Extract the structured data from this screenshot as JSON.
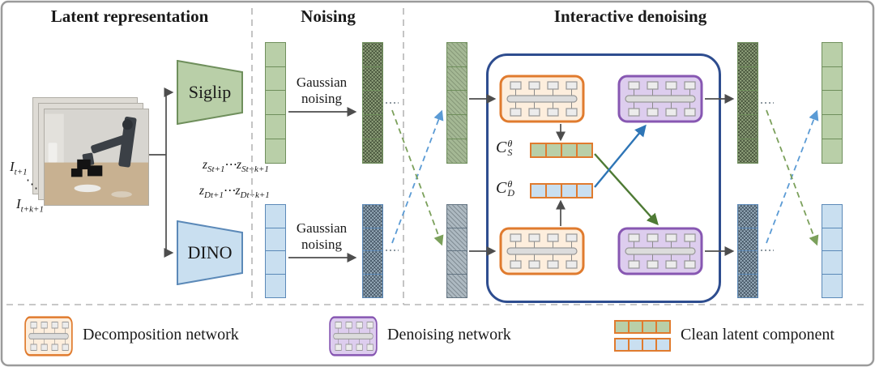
{
  "colors": {
    "text": "#1a1a1a",
    "green_fill": "#b9cfa8",
    "green_border": "#6f8f5c",
    "blue_fill": "#c9dff0",
    "blue_border": "#5b89b8",
    "orange_border": "#e07b2e",
    "orange_fill": "#fdeedd",
    "purple_border": "#8757b2",
    "purple_fill": "#ddcdee",
    "box_border": "#2e4d8f",
    "arrow_dark": "#4d4d4d",
    "arrow_green": "#4e7a34",
    "arrow_blue": "#2e75b6",
    "dash_green": "#7ba05b",
    "dash_blue": "#5b9bd5"
  },
  "sections": {
    "latent": "Latent representation",
    "noising": "Noising",
    "denoising": "Interactive denoising"
  },
  "encoders": {
    "siglip": "Siglip",
    "dino": "DINO"
  },
  "noising": {
    "gaussian": "Gaussian noising"
  },
  "math": {
    "frame_first": {
      "base": "I",
      "sub": "t+1"
    },
    "frame_dots": "⋱",
    "frame_last": {
      "base": "I",
      "sub": "t+k+1"
    },
    "z_s": {
      "b1": "z",
      "s1": "St+1",
      "dots": "⋯",
      "b2": "z",
      "s2": "St+k+1"
    },
    "z_d": {
      "b1": "z",
      "s1": "Dt+1",
      "dots": "⋯",
      "b2": "z",
      "s2": "Dt+k+1"
    },
    "c_s": {
      "base": "C",
      "sup": "θ",
      "sub": "S"
    },
    "c_d": {
      "base": "C",
      "sup": "θ",
      "sub": "D"
    }
  },
  "legend": {
    "decomposition": "Decomposition network",
    "denoising": "Denoising network",
    "clean": "Clean latent component"
  },
  "stacks": {
    "semantic_clean": {
      "cells": 5,
      "variant": "green"
    },
    "semantic_noised": {
      "cells": 5,
      "variant": "green-noisy"
    },
    "semantic_step": {
      "cells": 5,
      "variant": "green-muted"
    },
    "semantic_denoised": {
      "cells": 5,
      "variant": "green-noisy"
    },
    "semantic_out": {
      "cells": 5,
      "variant": "green"
    },
    "dino_clean": {
      "cells": 4,
      "variant": "blue"
    },
    "dino_noised": {
      "cells": 4,
      "variant": "blue-noisy"
    },
    "dino_step": {
      "cells": 4,
      "variant": "gray-noisy"
    },
    "dino_denoised": {
      "cells": 4,
      "variant": "blue-noisy"
    },
    "dino_out": {
      "cells": 4,
      "variant": "blue"
    },
    "comp_s": {
      "cells": 4,
      "variant": "comp-green"
    },
    "comp_d": {
      "cells": 4,
      "variant": "comp-blue"
    },
    "legend_comp_green": {
      "cells": 4,
      "variant": "comp-green"
    },
    "legend_comp_blue": {
      "cells": 4,
      "variant": "comp-blue"
    }
  }
}
